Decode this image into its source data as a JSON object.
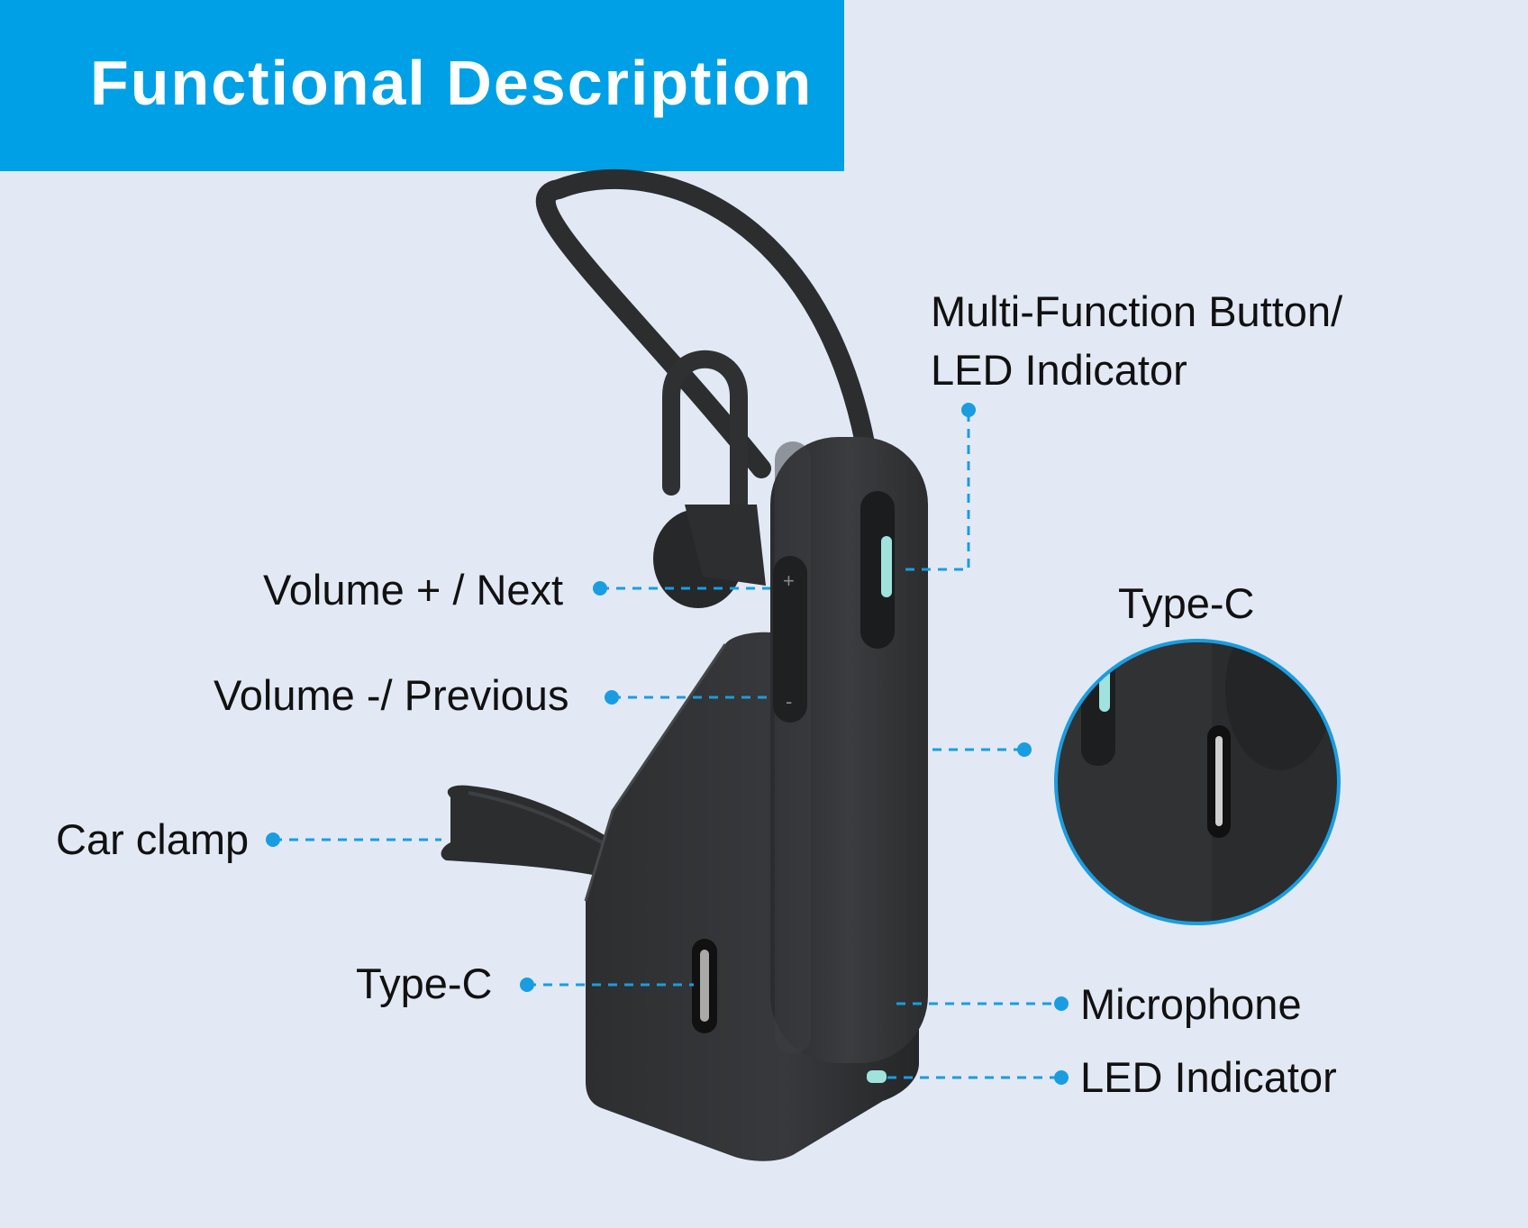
{
  "title": "Functional Description",
  "labels": {
    "multi_function_line1": "Multi-Function Button/",
    "multi_function_line2": "LED Indicator",
    "volume_up": "Volume + / Next",
    "volume_down": "Volume -/ Previous",
    "type_c_inset": "Type-C",
    "car_clamp": "Car clamp",
    "type_c_base": "Type-C",
    "microphone": "Microphone",
    "led_indicator": "LED Indicator"
  },
  "colors": {
    "banner": "#00a0e6",
    "background": "#e2e9f4",
    "callout": "#1a9de0",
    "device": "#2f3133",
    "led": "#9fe3dc"
  }
}
